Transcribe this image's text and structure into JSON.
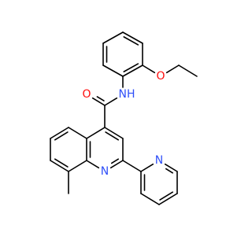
{
  "molecule": {
    "atoms": [
      {
        "id": "O1",
        "symbol": "O",
        "color": "#FF0D0D"
      },
      {
        "id": "N1",
        "symbol": "N",
        "hydrogen": "H",
        "color": "#3050F8"
      },
      {
        "id": "O2",
        "symbol": "O",
        "color": "#FF0D0D"
      },
      {
        "id": "N2",
        "symbol": "N",
        "color": "#3050F8"
      },
      {
        "id": "N3",
        "symbol": "N",
        "color": "#3050F8"
      }
    ],
    "bond_color": "#000000"
  }
}
